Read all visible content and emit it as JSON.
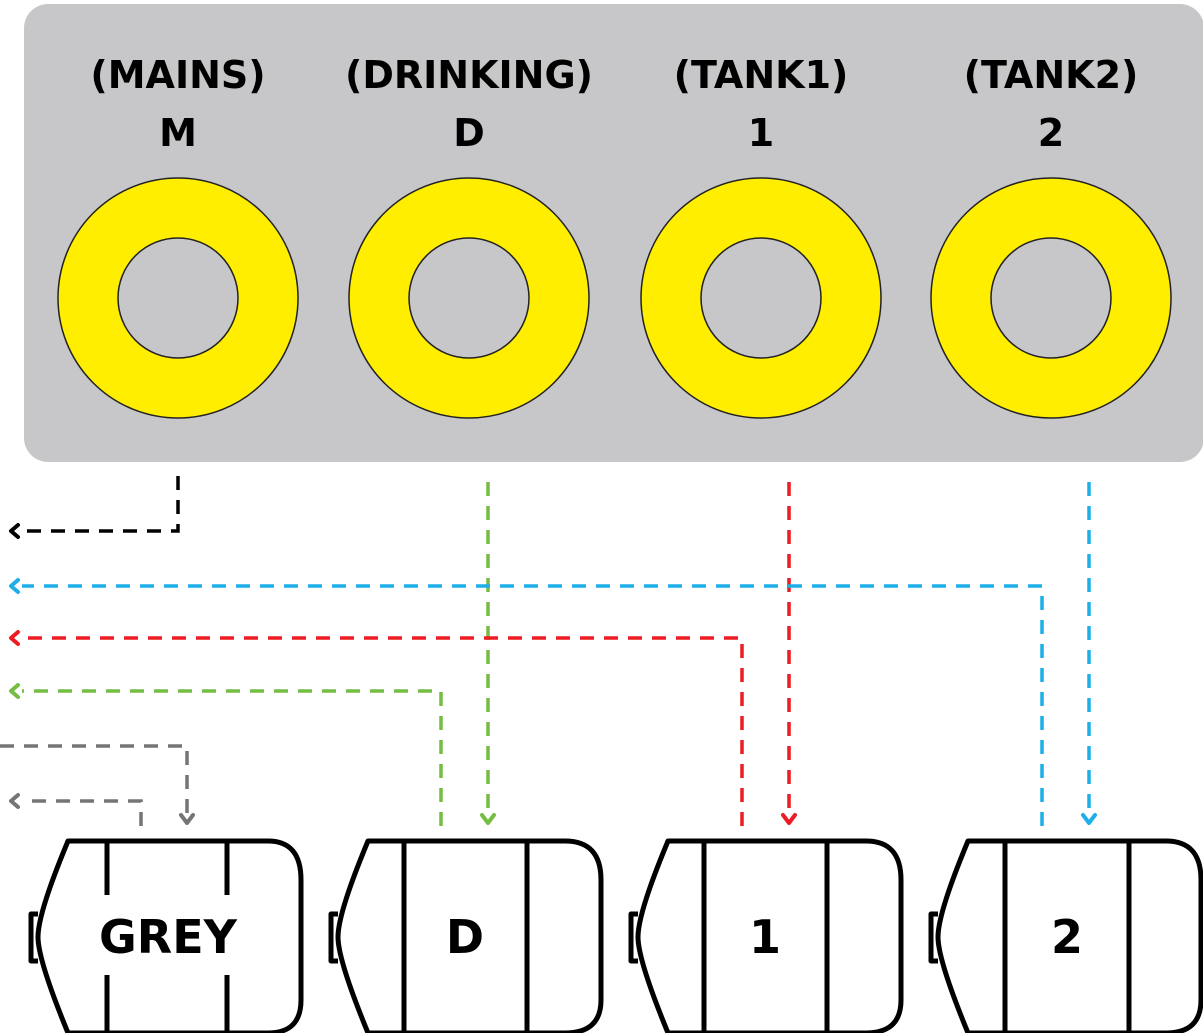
{
  "colors": {
    "panel": "#c7c7c9",
    "ring": "#ffee00",
    "mains": "#000000",
    "drinking": "#76bd43",
    "tank1": "#ed1c24",
    "tank2": "#1eaee8",
    "grey": "#757575"
  },
  "connections": [
    {
      "name": "mains"
    },
    {
      "name": "drinking"
    },
    {
      "name": "tank1"
    },
    {
      "name": "tank2"
    }
  ],
  "tanks": [
    {
      "label": "GREY"
    },
    {
      "label": "D"
    },
    {
      "label": "1"
    },
    {
      "label": "2"
    }
  ],
  "panel_labels": [
    {
      "name": "(MAINS)",
      "code": "M"
    },
    {
      "name": "(DRINKING)",
      "code": "D"
    },
    {
      "name": "(TANK1)",
      "code": "1"
    },
    {
      "name": "(TANK2)",
      "code": "2"
    }
  ]
}
